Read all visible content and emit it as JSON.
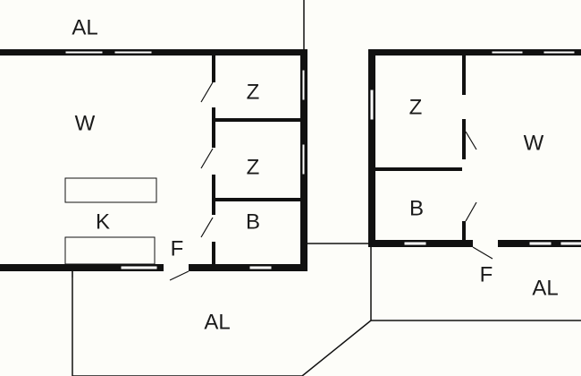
{
  "floorplan": {
    "left_unit": {
      "balcony_top": "AL",
      "living": "W",
      "room1": "Z",
      "room2": "Z",
      "bath": "B",
      "kitchen": "K",
      "hall": "F",
      "terrace": "AL"
    },
    "right_unit": {
      "room": "Z",
      "living": "W",
      "bath": "B",
      "hall": "F",
      "terrace": "AL"
    },
    "colors": {
      "wall": "#111111",
      "background": "#fdfdf9"
    }
  }
}
